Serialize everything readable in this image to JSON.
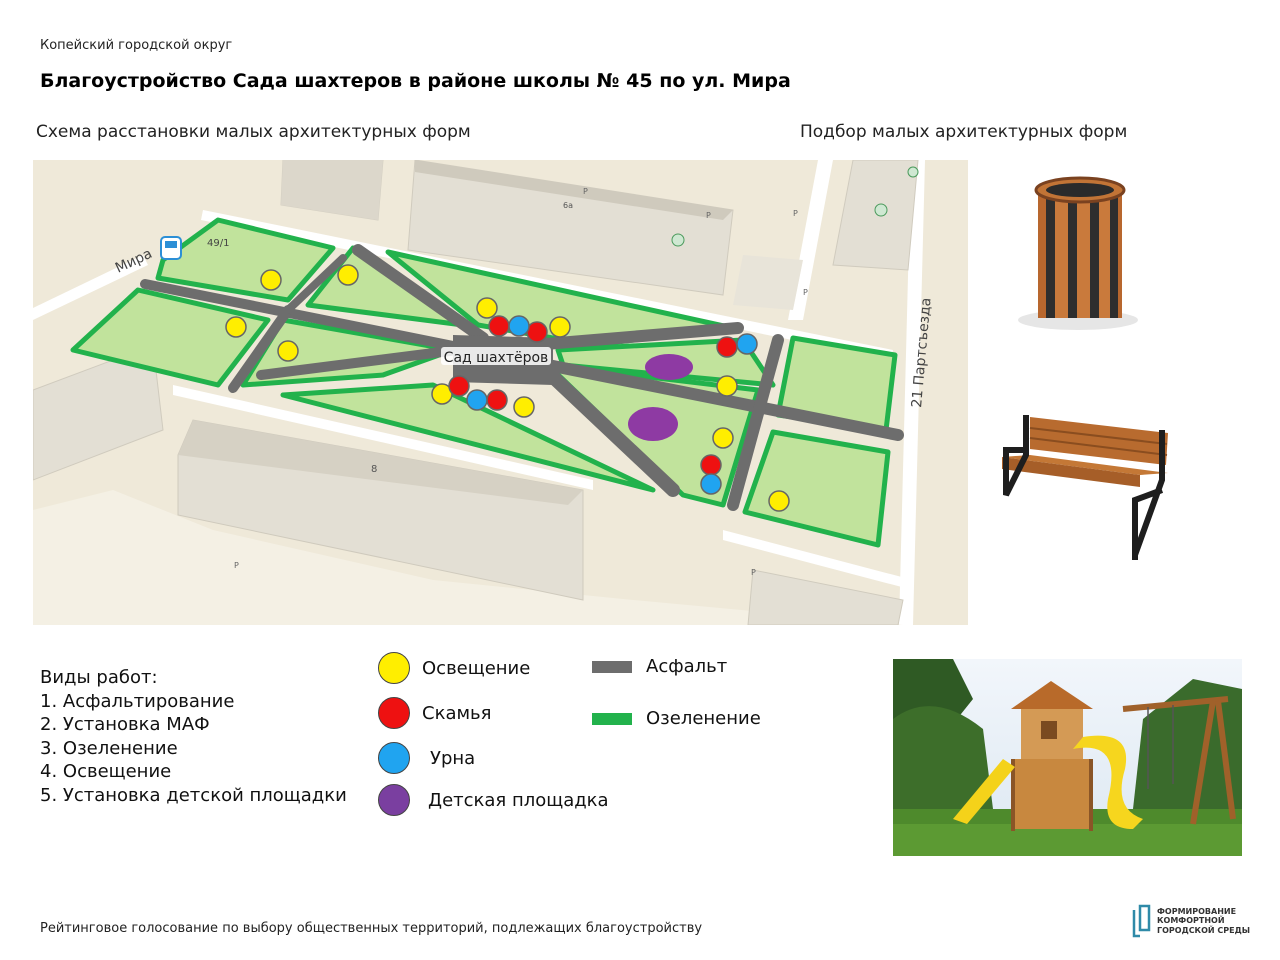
{
  "header": {
    "district": "Копейский городской округ",
    "title": "Благоустройство Сада шахтеров в районе школы № 45 по ул. Мира",
    "scheme_caption": "Схема расстановки малых архитектурных форм",
    "selection_caption": "Подбор малых архитектурных форм"
  },
  "map": {
    "park_label": "Сад шахтёров",
    "street_mira": "Мира",
    "street_partsyezda": "21 Партсъезда",
    "building_49_1": "49/1",
    "building_8": "8",
    "building_6a": "6а",
    "parking_label": "P",
    "colors": {
      "ground": "#efe9d9",
      "building": "#e2ded3",
      "lawn": "#c1e39c",
      "border": "#22b24c",
      "asphalt": "#6d6d6d"
    }
  },
  "works": {
    "heading": "Виды работ:",
    "items": [
      "1. Асфальтирование",
      "2. Установка МАФ",
      "3. Озеленение",
      "4. Освещение",
      "5. Установка детской площадки"
    ]
  },
  "legend": {
    "lighting": {
      "label": "Освещение",
      "color": "#ffee00"
    },
    "bench": {
      "label": "Скамья",
      "color": "#ee1111"
    },
    "bin": {
      "label": "Урна",
      "color": "#20a4f0"
    },
    "playground": {
      "label": "Детская площадка",
      "color": "#7a3fa0"
    },
    "asphalt": {
      "label": "Асфальт",
      "color": "#6d6d6d"
    },
    "greening": {
      "label": "Озеленение",
      "color": "#22b24c"
    }
  },
  "products": [
    "trash-bin",
    "bench",
    "playground-set"
  ],
  "footer": {
    "text": "Рейтинговое голосование по выбору общественных территорий, подлежащих благоустройству",
    "logo_lines": [
      "ФОРМИРОВАНИЕ",
      "КОМФОРТНОЙ",
      "ГОРОДСКОЙ СРЕДЫ"
    ]
  }
}
